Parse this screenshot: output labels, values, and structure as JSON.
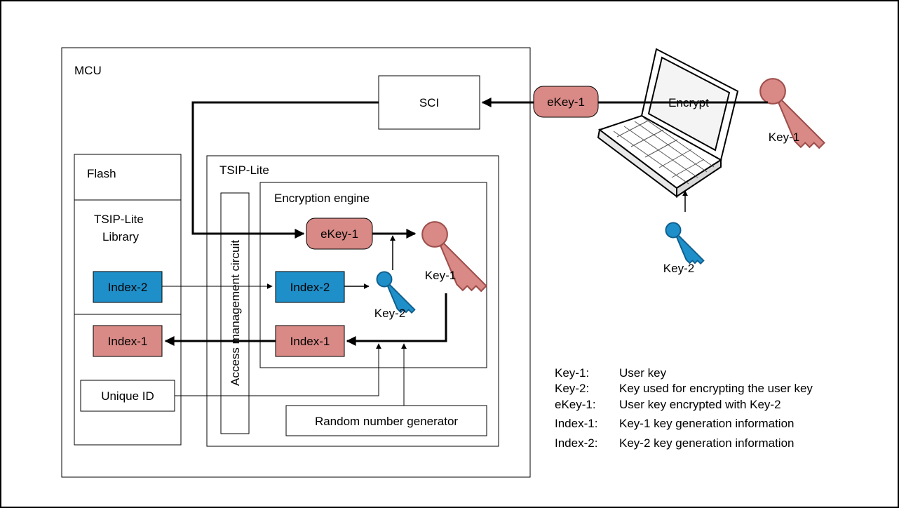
{
  "blocks": {
    "mcu": "MCU",
    "sci": "SCI",
    "flash": "Flash",
    "library": [
      "TSIP-Lite",
      "Library"
    ],
    "tsip_lite": "TSIP-Lite",
    "encryption_engine": "Encryption engine",
    "access_circuit": "Access management circuit",
    "unique_id": "Unique ID",
    "rng": "Random number generator"
  },
  "items": {
    "ekey1": "eKey-1",
    "index2": "Index-2",
    "index1": "Index-1",
    "key1": "Key-1",
    "key2": "Key-2",
    "encrypt": "Encrypt"
  },
  "legend": [
    {
      "term": "Key-1:",
      "desc": "User key"
    },
    {
      "term": "Key-2:",
      "desc": "Key used for encrypting the user key"
    },
    {
      "term": "eKey-1:",
      "desc": "User key encrypted with Key-2"
    },
    {
      "term": "Index-1:",
      "desc": "Key-1 key generation information"
    },
    {
      "term": "Index-2:",
      "desc": "Key-2 key generation information"
    }
  ],
  "colors": {
    "key1_fill": "#d98a86",
    "key1_stroke": "#9e4f4c",
    "key2_fill": "#1f8fc9",
    "key2_stroke": "#0d5d8c",
    "pink_box": "#d98a86",
    "blue_box": "#1f8fc9",
    "line": "#000000"
  },
  "icons": {
    "key1": "key-icon",
    "key2": "key-icon",
    "laptop": "laptop-icon"
  }
}
